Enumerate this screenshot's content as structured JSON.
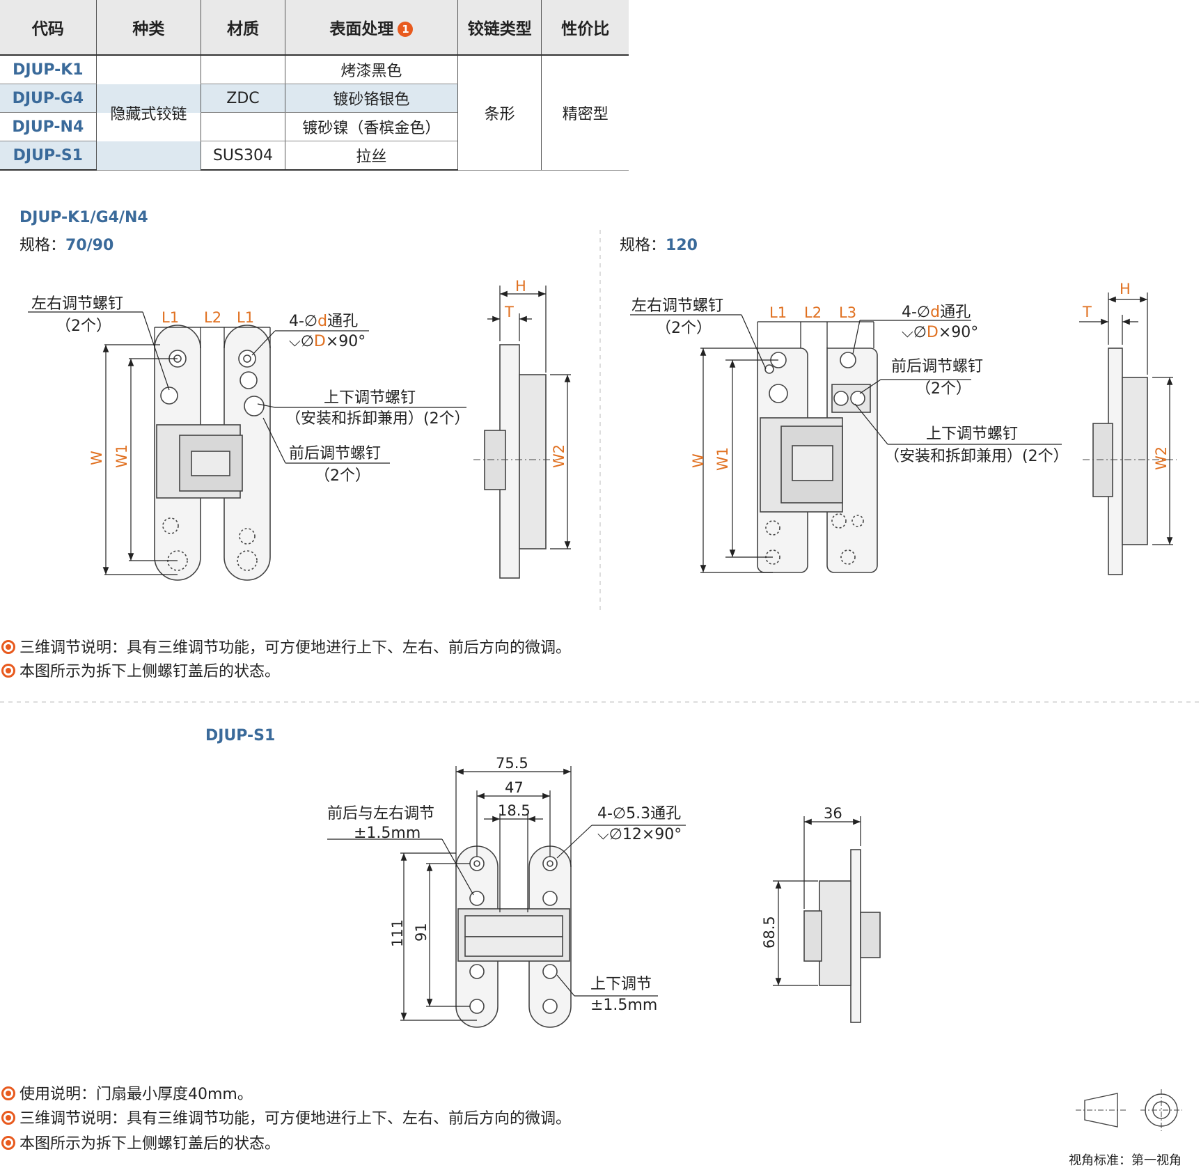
{
  "table": {
    "headers": [
      "代码",
      "种类",
      "材质",
      "表面处理",
      "铰链类型",
      "性价比"
    ],
    "surface_badge": "1",
    "codes": [
      "DJUP-K1",
      "DJUP-G4",
      "DJUP-N4",
      "DJUP-S1"
    ],
    "type": "隐藏式铰链",
    "material_zdc": "ZDC",
    "material_sus": "SUS304",
    "finishes": [
      "烤漆黑色",
      "镀砂铬银色",
      "镀砂镍（香槟金色）",
      "拉丝"
    ],
    "hinge_type": "条形",
    "value_class": "精密型"
  },
  "section1": {
    "title": "DJUP-K1/G4/N4",
    "spec_label": "规格：",
    "spec_value_a": "70/90",
    "spec_value_b": "120",
    "callouts": {
      "lr_screw": "左右调节螺钉",
      "count2": "（2个）",
      "hole": "4-∅",
      "hole_d": "d",
      "hole_suffix": "通孔",
      "csk": "∅",
      "csk_D": "D",
      "csk_suffix": "×90°",
      "ud_screw": "上下调节螺钉",
      "ud_note": "（安装和拆卸兼用）(2个）",
      "fb_screw": "前后调节螺钉"
    },
    "dims": {
      "L1": "L1",
      "L2": "L2",
      "L3": "L3",
      "W": "W",
      "W1": "W1",
      "W2": "W2",
      "H": "H",
      "T": "T"
    },
    "notes": [
      "三维调节说明：具有三维调节功能，可方便地进行上下、左右、前后方向的微调。",
      "本图所示为拆下上侧螺钉盖后的状态。"
    ]
  },
  "section2": {
    "title": "DJUP-S1",
    "dims": {
      "d755": "75.5",
      "d47": "47",
      "d185": "18.5",
      "d111": "111",
      "d91": "91",
      "d36": "36",
      "d685": "68.5"
    },
    "callouts": {
      "fb_lr": "前后与左右调节",
      "pm15": "±1.5mm",
      "hole": "4-∅5.3通孔",
      "csk": "∅12×90°",
      "ud": "上下调节"
    },
    "notes": [
      "使用说明：门扇最小厚度40mm。",
      "三维调节说明：具有三维调节功能，可方便地进行上下、左右、前后方向的微调。",
      "本图所示为拆下上侧螺钉盖后的状态。"
    ]
  },
  "view_standard": "视角标准：第一视角",
  "colors": {
    "accent": "#e07020",
    "code_blue": "#3a6a9a",
    "shade": "#dde8f0"
  }
}
